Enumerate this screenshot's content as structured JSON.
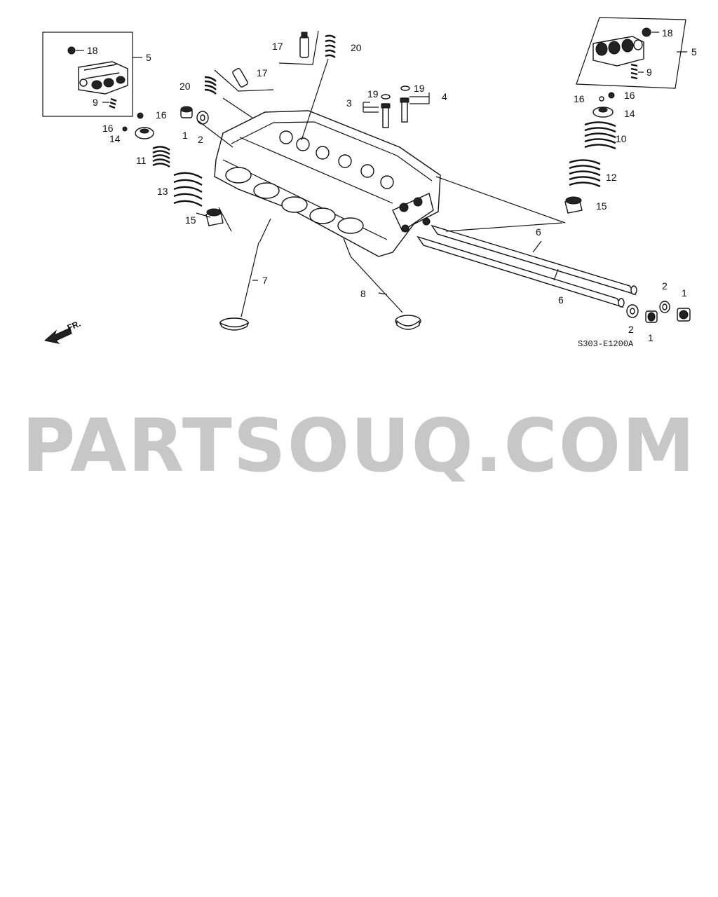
{
  "diagram": {
    "code": "S303-E1200A",
    "front_label": "FR.",
    "watermark": "PARTSOUQ.COM",
    "callouts": {
      "c1a": "1",
      "c1b": "1",
      "c1c": "1",
      "c2a": "2",
      "c2b": "2",
      "c2c": "2",
      "c3": "3",
      "c4": "4",
      "c5a": "5",
      "c5b": "5",
      "c6a": "6",
      "c6b": "6",
      "c7": "7",
      "c8": "8",
      "c9a": "9",
      "c9b": "9",
      "c10": "10",
      "c11": "11",
      "c12": "12",
      "c13": "13",
      "c14a": "14",
      "c14b": "14",
      "c15a": "15",
      "c15b": "15",
      "c16a": "16",
      "c16b": "16",
      "c16c": "16",
      "c16d": "16",
      "c17a": "17",
      "c17b": "17",
      "c18a": "18",
      "c18b": "18",
      "c19a": "19",
      "c19b": "19",
      "c20a": "20",
      "c20b": "20"
    }
  }
}
